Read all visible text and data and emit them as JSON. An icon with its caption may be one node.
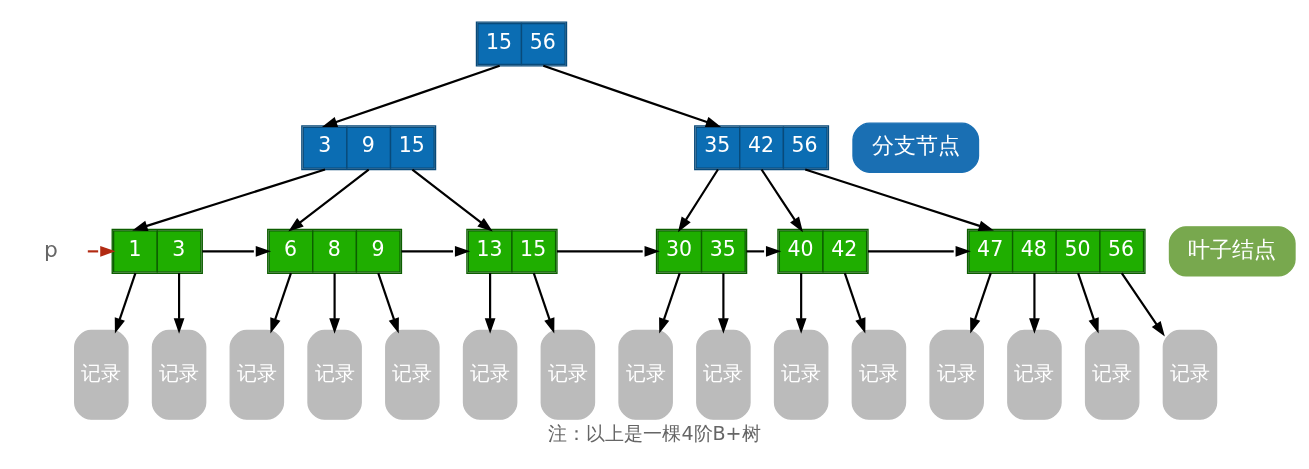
{
  "diagram": {
    "caption": "注：以上是一棵4阶B+树",
    "nodes": [
      {
        "text": [
          "15",
          "56"
        ]
      },
      {
        "text": [
          "3",
          "9",
          "15"
        ]
      },
      {
        "text": [
          "35",
          "42",
          "56"
        ]
      },
      {
        "text": [
          "分支节点"
        ]
      },
      {
        "text": [
          "p"
        ]
      },
      {
        "text": [
          "1",
          "3"
        ]
      },
      {
        "text": [
          "6",
          "8",
          "9"
        ]
      },
      {
        "text": [
          "13",
          "15"
        ]
      },
      {
        "text": [
          "30",
          "35"
        ]
      },
      {
        "text": [
          "40",
          "42"
        ]
      },
      {
        "text": [
          "47",
          "48",
          "50",
          "56"
        ]
      },
      {
        "text": [
          "叶子结点"
        ]
      },
      {
        "text": [
          "记录"
        ]
      },
      {
        "text": [
          "记录"
        ]
      },
      {
        "text": [
          "记录"
        ]
      },
      {
        "text": [
          "记录"
        ]
      },
      {
        "text": [
          "记录"
        ]
      },
      {
        "text": [
          "记录"
        ]
      },
      {
        "text": [
          "记录"
        ]
      },
      {
        "text": [
          "记录"
        ]
      },
      {
        "text": [
          "记录"
        ]
      },
      {
        "text": [
          "记录"
        ]
      },
      {
        "text": [
          "记录"
        ]
      },
      {
        "text": [
          "记录"
        ]
      },
      {
        "text": [
          "记录"
        ]
      },
      {
        "text": [
          "记录"
        ]
      },
      {
        "text": [
          "记录"
        ]
      }
    ],
    "edges": [
      {
        "from": 0,
        "to": 1,
        "arrow": "to"
      },
      {
        "from": 0,
        "to": 2,
        "arrow": "to"
      },
      {
        "from": 1,
        "to": 5,
        "arrow": "to"
      },
      {
        "from": 1,
        "to": 6,
        "arrow": "to"
      },
      {
        "from": 1,
        "to": 7,
        "arrow": "to"
      },
      {
        "from": 2,
        "to": 8,
        "arrow": "to"
      },
      {
        "from": 2,
        "to": 9,
        "arrow": "to"
      },
      {
        "from": 2,
        "to": 10,
        "arrow": "to"
      },
      {
        "from": 4,
        "to": 5,
        "arrow": "to",
        "color": "#b22a12"
      },
      {
        "from": 5,
        "to": 6,
        "arrow": "to"
      },
      {
        "from": 6,
        "to": 7,
        "arrow": "to"
      },
      {
        "from": 7,
        "to": 8,
        "arrow": "to"
      },
      {
        "from": 8,
        "to": 9,
        "arrow": "to"
      },
      {
        "from": 9,
        "to": 10,
        "arrow": "to"
      },
      {
        "from": 5,
        "to": 12,
        "arrow": "to"
      },
      {
        "from": 5,
        "to": 13,
        "arrow": "to"
      },
      {
        "from": 6,
        "to": 14,
        "arrow": "to"
      },
      {
        "from": 6,
        "to": 15,
        "arrow": "to"
      },
      {
        "from": 6,
        "to": 16,
        "arrow": "to"
      },
      {
        "from": 7,
        "to": 17,
        "arrow": "to"
      },
      {
        "from": 7,
        "to": 18,
        "arrow": "to"
      },
      {
        "from": 8,
        "to": 19,
        "arrow": "to"
      },
      {
        "from": 8,
        "to": 20,
        "arrow": "to"
      },
      {
        "from": 9,
        "to": 21,
        "arrow": "to"
      },
      {
        "from": 9,
        "to": 22,
        "arrow": "to"
      },
      {
        "from": 10,
        "to": 23,
        "arrow": "to"
      },
      {
        "from": 10,
        "to": 24,
        "arrow": "to"
      },
      {
        "from": 10,
        "to": 25,
        "arrow": "to"
      },
      {
        "from": 10,
        "to": 26,
        "arrow": "to"
      }
    ]
  }
}
